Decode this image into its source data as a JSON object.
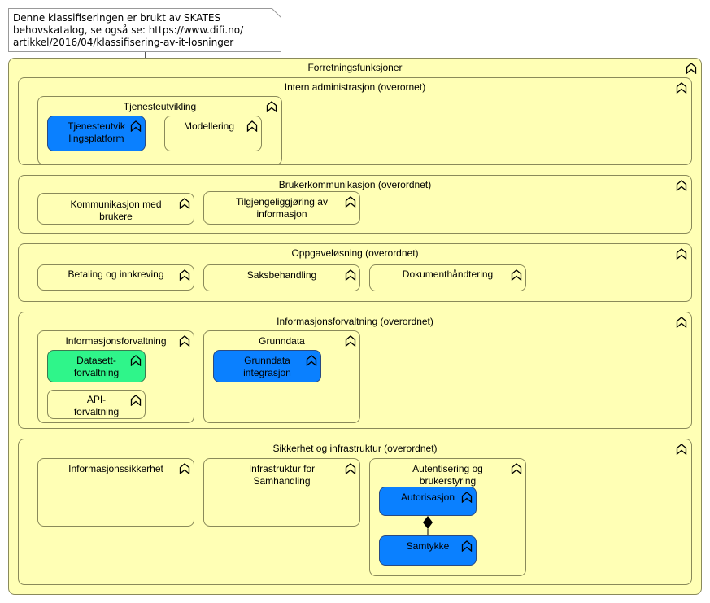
{
  "note": {
    "text": "Denne klassifiseringen er brukt av SKATES\nbehovskatalog, se også se: https://www.difi.no/\nartikkel/2016/04/klassifisering-av-it-losninger"
  },
  "root": {
    "label": "Forretningsfunksjoner"
  },
  "groups": {
    "intern": {
      "label": "Intern administrasjon (overornet)",
      "tjenesteutvikling": {
        "label": "Tjenesteutvikling",
        "platform": "Tjenesteutvik\nlingsplatform",
        "modellering": "Modellering"
      }
    },
    "bruker": {
      "label": "Brukerkommunikasjon (overordnet)",
      "kommunikasjon": "Kommunikasjon med\nbrukere",
      "tilgjengelig": "Tilgjengeliggjøring av\ninformasjon"
    },
    "oppgave": {
      "label": "Oppgaveløsning (overordnet)",
      "betaling": "Betaling og innkreving",
      "saksbehandling": "Saksbehandling",
      "dokument": "Dokumenthåndtering"
    },
    "infoforv": {
      "label": "Informasjonsforvaltning (overordnet)",
      "inner": {
        "label": "Informasjonsforvaltning",
        "datasett": "Datasett-\nforvaltning",
        "api": "API-\nforvaltning"
      },
      "grunndata": {
        "label": "Grunndata",
        "integrasjon": "Grunndata\nintegrasjon"
      }
    },
    "sikkerhet": {
      "label": "Sikkerhet og infrastruktur (overordnet)",
      "infosikkerhet": "Informasjonssikkerhet",
      "infrastruktur": "Infrastruktur for\nSamhandling",
      "autentisering": {
        "label": "Autentisering og\nbrukerstyring",
        "autorisasjon": "Autorisasjon",
        "samtykke": "Samtykke"
      }
    }
  },
  "icon": {
    "name": "business-function-icon"
  },
  "colors": {
    "yellow": "#ffffb5",
    "blue": "#0a80ff",
    "green": "#2ff58a"
  }
}
